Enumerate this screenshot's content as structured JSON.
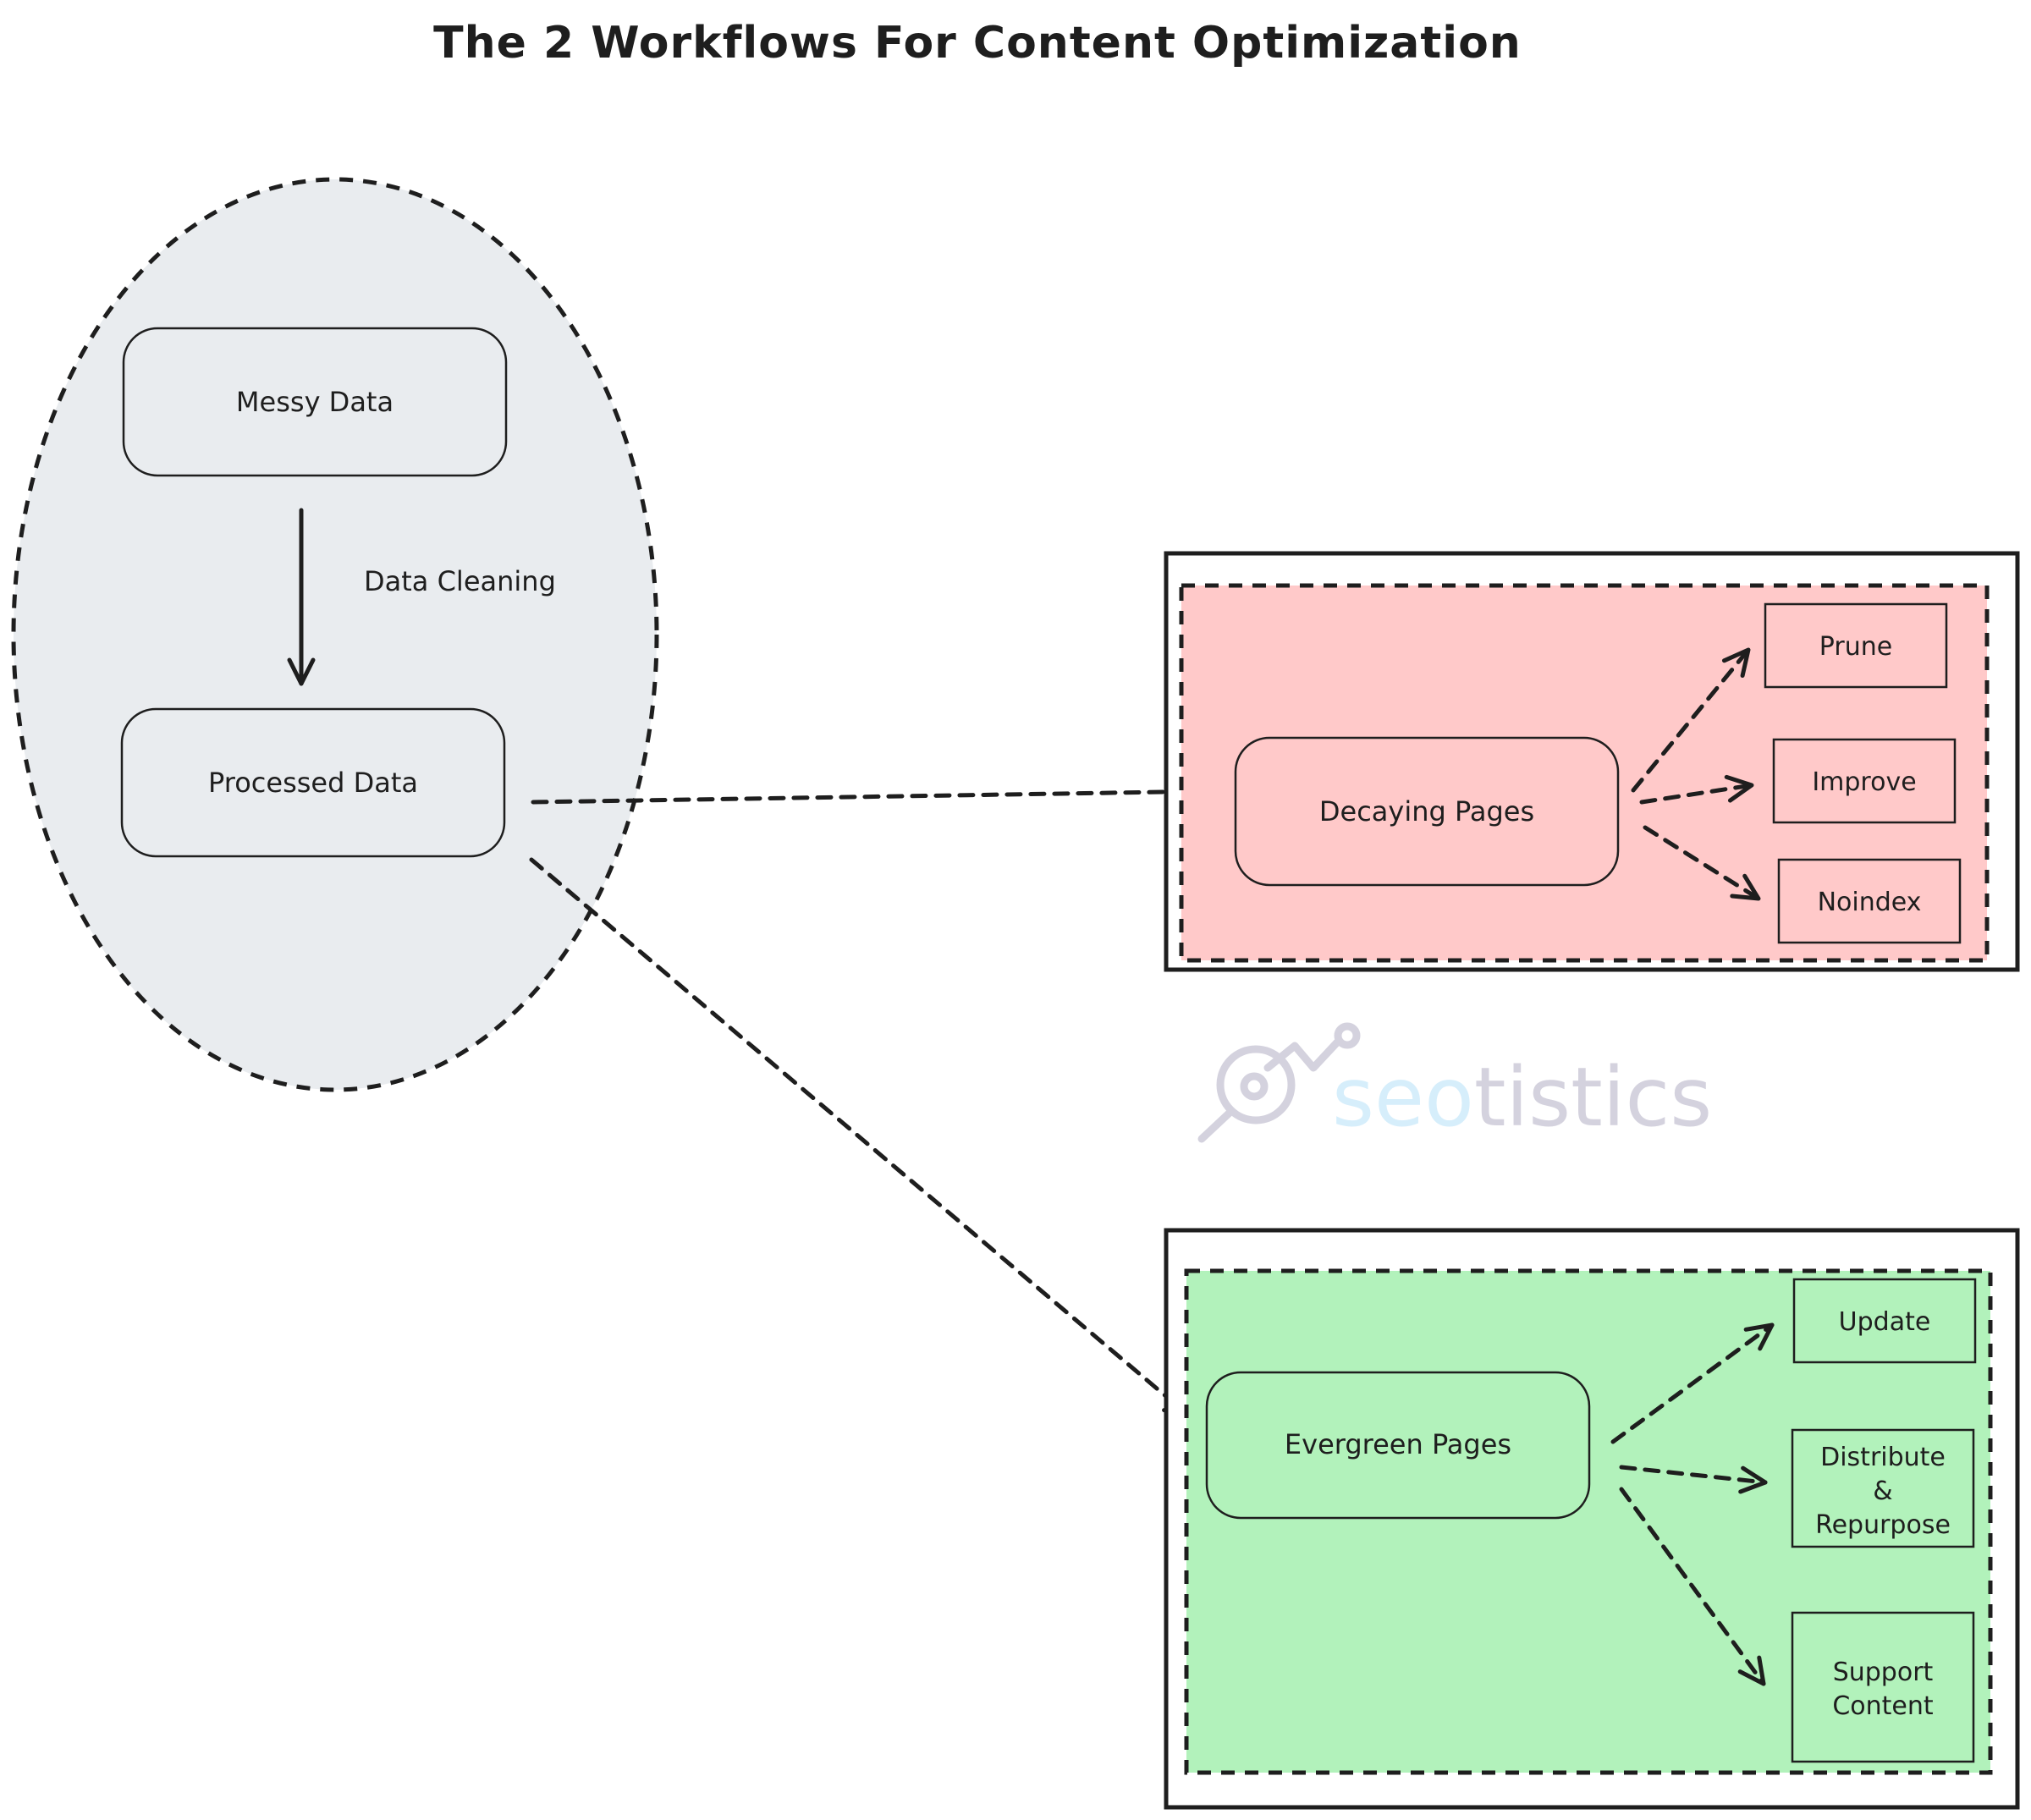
{
  "title": "The 2 Workflows For Content Optimization",
  "nodes": {
    "messy_data": "Messy Data",
    "processed_data": "Processed Data",
    "decaying_pages": "Decaying Pages",
    "evergreen_pages": "Evergreen Pages"
  },
  "edges": {
    "data_cleaning": "Data Cleaning"
  },
  "actions": {
    "decaying": [
      "Prune",
      "Improve",
      "Noindex"
    ],
    "evergreen": {
      "update": "Update",
      "distribute": [
        "Distribute",
        "&",
        "Repurpose"
      ],
      "support": [
        "Support",
        "Content"
      ]
    }
  },
  "watermark": {
    "part1": "seo",
    "part2": "tistics"
  },
  "colors": {
    "stroke": "#1e1e1e",
    "ellipse_fill": "#e9ecef",
    "decaying_fill": "#ffc9c9",
    "evergreen_fill": "#b2f2bb",
    "watermark_light": "#d6eefb",
    "watermark_dark": "#d4d2de"
  }
}
